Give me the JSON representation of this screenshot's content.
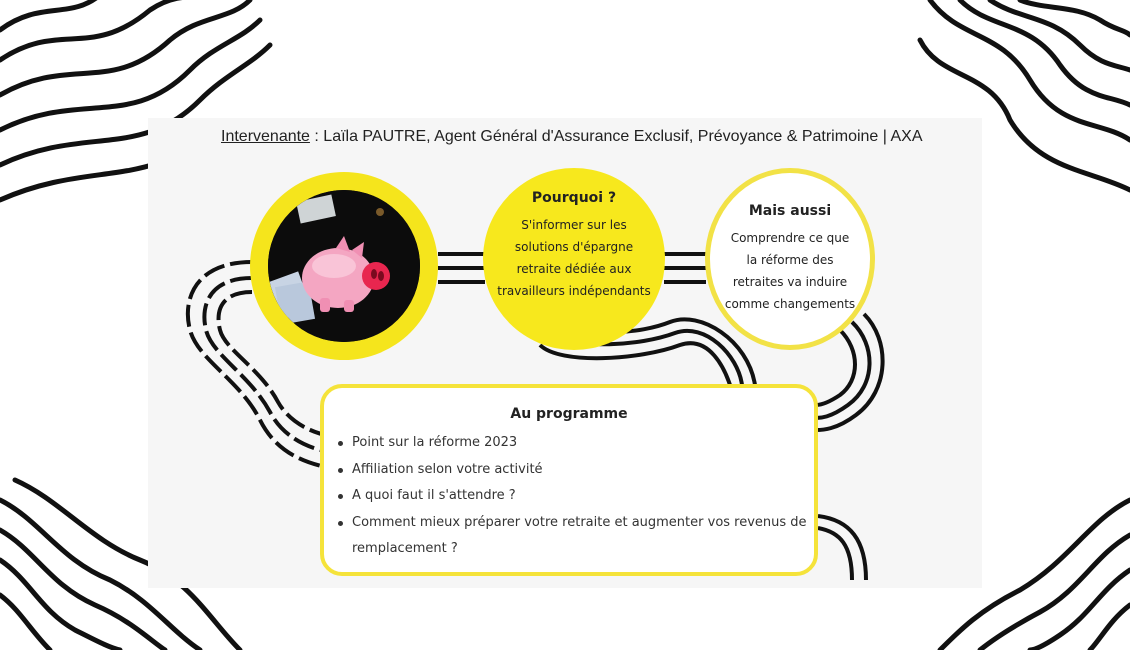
{
  "header": {
    "label": "Intervenante",
    "text": " : Laïla PAUTRE, Agent Général d'Assurance Exclusif, Prévoyance & Patrimoine | AXA"
  },
  "pourquoi": {
    "title": "Pourquoi ?",
    "body": "S'informer sur les solutions d'épargne retraite dédiée aux travailleurs indépendants"
  },
  "mais_aussi": {
    "title": "Mais aussi",
    "body": "Comprendre ce que la réforme des retraites va induire comme changements"
  },
  "programme": {
    "title": "Au programme",
    "items": [
      "Point sur la réforme 2023",
      "Affiliation selon votre activité",
      "A quoi faut il s'attendre ?",
      "Comment mieux préparer votre retraite et augmenter vos revenus de remplacement ?"
    ]
  },
  "photo": {
    "icon": "piggy-bank-icon"
  },
  "colors": {
    "accent": "#f7e81d",
    "ring": "#f2e246",
    "text": "#222222"
  }
}
